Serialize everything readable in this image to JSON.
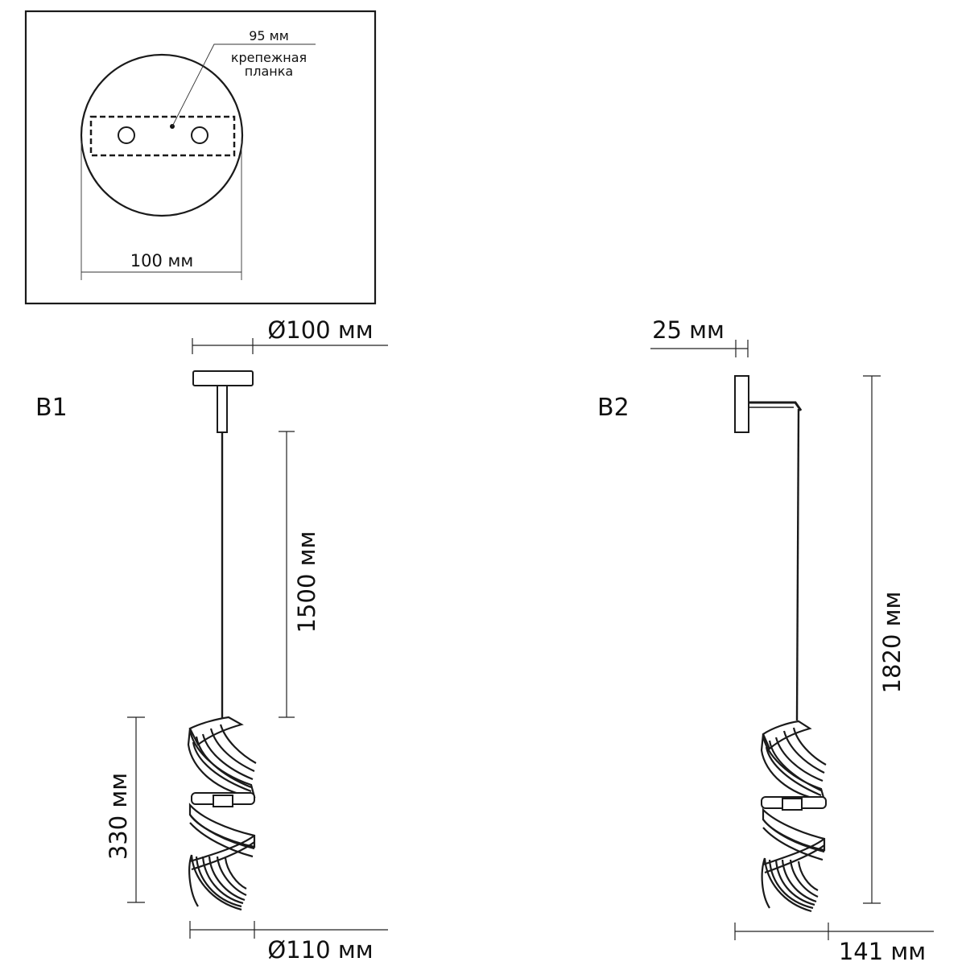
{
  "inset": {
    "dimension_plate": "95 мм",
    "plate_label_line1": "крепежная",
    "plate_label_line2": "планка",
    "dimension_width": "100 мм"
  },
  "variant_b1": {
    "label": "B1",
    "canopy_diameter": "Ø100 мм",
    "cord_length": "1500 мм",
    "shade_height": "330 мм",
    "shade_diameter": "Ø110 мм"
  },
  "variant_b2": {
    "label": "B2",
    "wall_plate_depth": "25 мм",
    "total_height": "1820 мм",
    "projection": "141 мм"
  }
}
